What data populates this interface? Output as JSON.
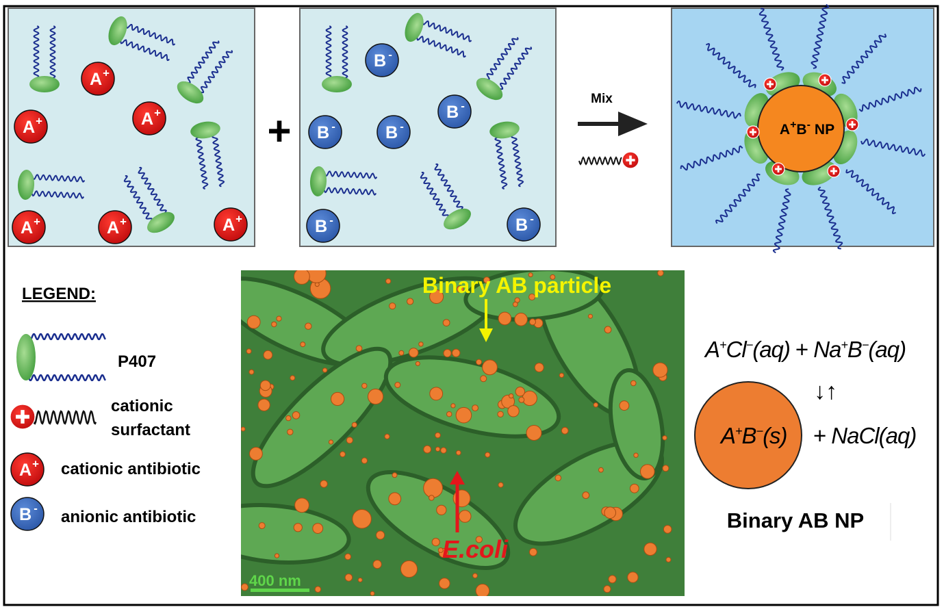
{
  "ions": {
    "cation": "A",
    "cation_charge": "+",
    "anion": "B",
    "anion_charge": "-"
  },
  "plus_sign": "+",
  "mix": {
    "label": "Mix"
  },
  "nanoparticle": {
    "label_a": "A",
    "label_plus": "+",
    "label_b": "B",
    "label_minus": "-",
    "label_np": "NP"
  },
  "legend": {
    "title": "LEGEND:",
    "items": [
      {
        "label": "P407"
      },
      {
        "label_line1": "cationic",
        "label_line2": "surfactant"
      },
      {
        "label": "cationic antibiotic"
      },
      {
        "label": "anionic antibiotic"
      }
    ]
  },
  "sem": {
    "particle_label": "Binary AB particle",
    "bacteria_label": "E.coli",
    "scale_bar": "400 nm"
  },
  "equation": {
    "line1": {
      "a": "A",
      "a_sup": "+",
      "cl": "Cl",
      "cl_sup": "−",
      "aq1": "(aq)",
      "plus": "+",
      "na": "Na",
      "na_sup": "+",
      "b": "B",
      "b_sup": "−",
      "aq2": "(aq)"
    },
    "equilibrium": "↓↑",
    "solid": {
      "a": "A",
      "a_sup": "+",
      "b": "B",
      "b_sup": "−",
      "s": "(s)"
    },
    "line2": {
      "plus": "+",
      "nacl": "NaCl(aq)"
    },
    "caption": "Binary AB NP"
  },
  "colors": {
    "panel_light": "#d5ebef",
    "panel_blue": "#a6d5f2",
    "cation_red": "#e8201f",
    "anion_blue": "#3f6fc4",
    "micelle_green": "#6cbf5c",
    "chain_blue": "#1b2f8f",
    "np_orange": "#f5871f",
    "bar_orange": "#ed7d31",
    "sem_green": "#4f9a45",
    "label_yellow": "#f4f400",
    "label_red": "#e3161b"
  }
}
